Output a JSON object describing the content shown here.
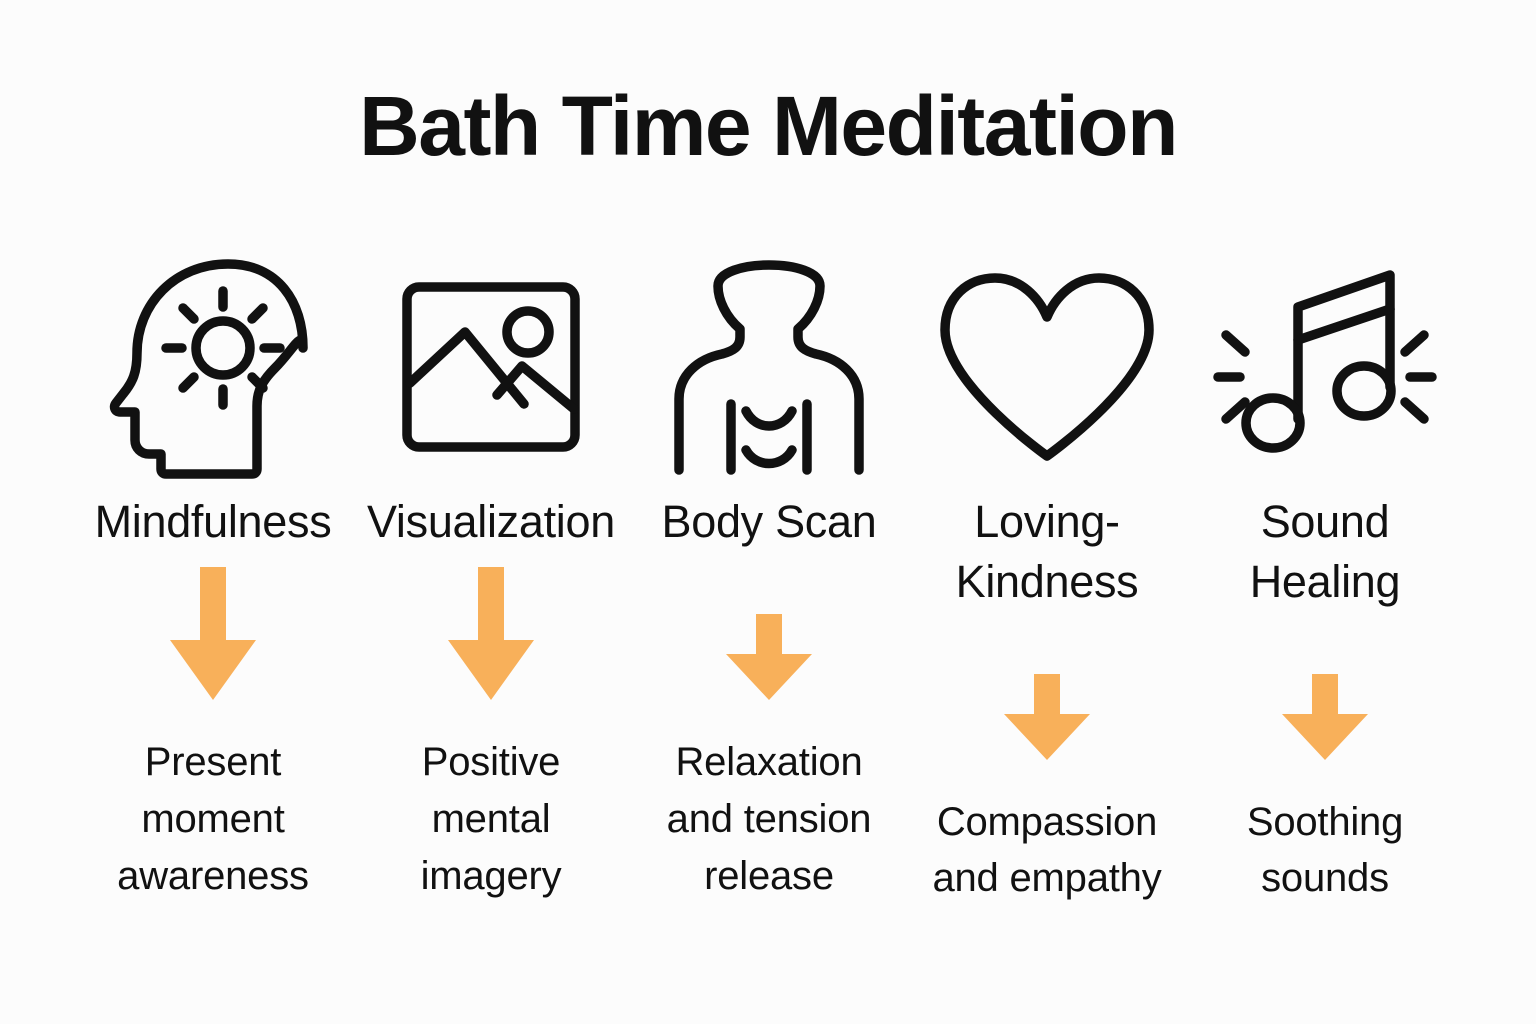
{
  "page": {
    "title": "Bath Time Meditation",
    "background_color": "#fcfcfc",
    "text_color": "#111111",
    "arrow_color": "#f8b05a"
  },
  "columns": [
    {
      "icon": "head-sun-icon",
      "label": "Mindfulness",
      "arrow": "down-arrow-icon",
      "description": "Present moment awareness"
    },
    {
      "icon": "picture-frame-icon",
      "label": "Visualization",
      "arrow": "down-arrow-icon",
      "description": "Positive mental imagery"
    },
    {
      "icon": "body-torso-icon",
      "label": "Body Scan",
      "arrow": "down-arrow-icon",
      "description": "Relaxation and tension release"
    },
    {
      "icon": "heart-icon",
      "label": "Loving-Kindness",
      "arrow": "down-arrow-icon",
      "description": "Compassion and empathy"
    },
    {
      "icon": "music-note-icon",
      "label": "Sound Healing",
      "arrow": "down-arrow-icon",
      "description": "Soothing sounds"
    }
  ]
}
